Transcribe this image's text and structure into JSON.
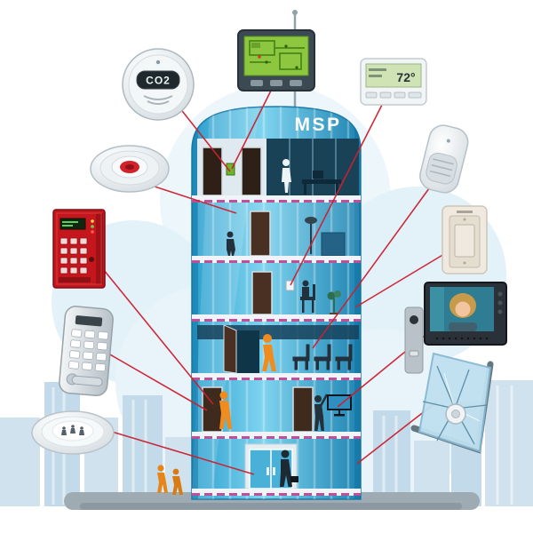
{
  "title": "Integrated building security and automation systems illustration",
  "building": {
    "label": "MSP"
  },
  "devices": {
    "co2_detector": {
      "name": "co2-detector-icon",
      "label": "CO2"
    },
    "control_panel": {
      "name": "security-control-panel-icon"
    },
    "thermostat": {
      "name": "thermostat-icon",
      "temperature": "72°"
    },
    "smoke_detector": {
      "name": "smoke-detector-icon"
    },
    "fire_alarm_panel": {
      "name": "fire-alarm-panel-icon"
    },
    "door_lock_keypad": {
      "name": "door-lock-keypad-icon"
    },
    "ceiling_occupancy_sensor": {
      "name": "ceiling-occupancy-sensor-icon"
    },
    "motion_sensor": {
      "name": "motion-sensor-icon"
    },
    "light_switch": {
      "name": "light-switch-icon"
    },
    "video_intercom": {
      "name": "video-intercom-icon"
    },
    "glass_break_sensor": {
      "name": "glass-break-sensor-icon"
    }
  },
  "colors": {
    "building_blue": "#2fa9d9",
    "band_magenta": "#bf4f9a",
    "connector_red": "#cb2030",
    "person_orange": "#f08c1e",
    "screen_green": "#8dc63f",
    "alarm_red": "#c4161c",
    "skyline_blue": "#cfe2ee",
    "ground_gray": "#9fabb2"
  }
}
